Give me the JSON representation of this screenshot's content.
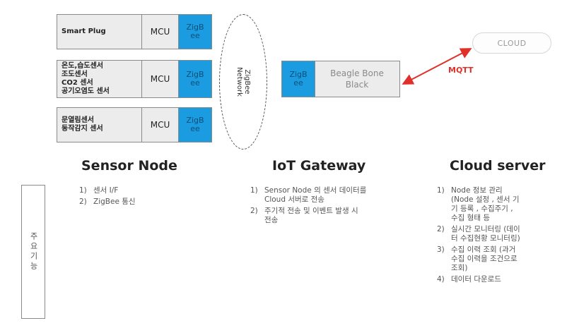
{
  "sensor_nodes": [
    {
      "label": "Smart Plug",
      "mcu": "MCU",
      "radio": "ZigB\nee"
    },
    {
      "label": "온도,습도센서\n조도센서\nCO2 센서\n공기오염도 센서",
      "mcu": "MCU",
      "radio": "ZigB\nee"
    },
    {
      "label": "문열림센서\n동작감지 센서",
      "mcu": "MCU",
      "radio": "ZigB\nee"
    }
  ],
  "network": {
    "label": "ZigBee\nNetwork"
  },
  "gateway": {
    "radio": "ZigB\nee",
    "board": "Beagle Bone\nBlack"
  },
  "cloud": {
    "label": "CLOUD"
  },
  "link": {
    "label": "MQTT",
    "color": "#e0302a"
  },
  "columns": [
    {
      "heading": "Sensor Node",
      "items": [
        {
          "num": "1)",
          "text": "센서 I/F"
        },
        {
          "num": "2)",
          "text": "ZigBee 통신"
        }
      ]
    },
    {
      "heading": "IoT Gateway",
      "items": [
        {
          "num": "1)",
          "text": "Sensor Node 의 센서 데이터를\nCloud 서버로 전송"
        },
        {
          "num": "2)",
          "text": "주기적 전송 및 이벤트 발생 시\n전송"
        }
      ]
    },
    {
      "heading": "Cloud server",
      "items": [
        {
          "num": "1)",
          "text": "Node 정보 관리\n(Node 설정 , 센서 기\n기 등록 , 수집주기 ,\n수집 형태 등"
        },
        {
          "num": "2)",
          "text": "실시간 모니터링 (데이\n터 수집현황 모니터링)"
        },
        {
          "num": "3)",
          "text": "수집 이력 조회 (과거\n수집 이력을 조건으로\n조회)"
        },
        {
          "num": "4)",
          "text": "데이터 다운로드"
        }
      ]
    }
  ],
  "side_label": "주요기능",
  "colors": {
    "zigbee_fill": "#1c9ce0",
    "box_fill": "#ececec",
    "arrow": "#e0302a"
  }
}
